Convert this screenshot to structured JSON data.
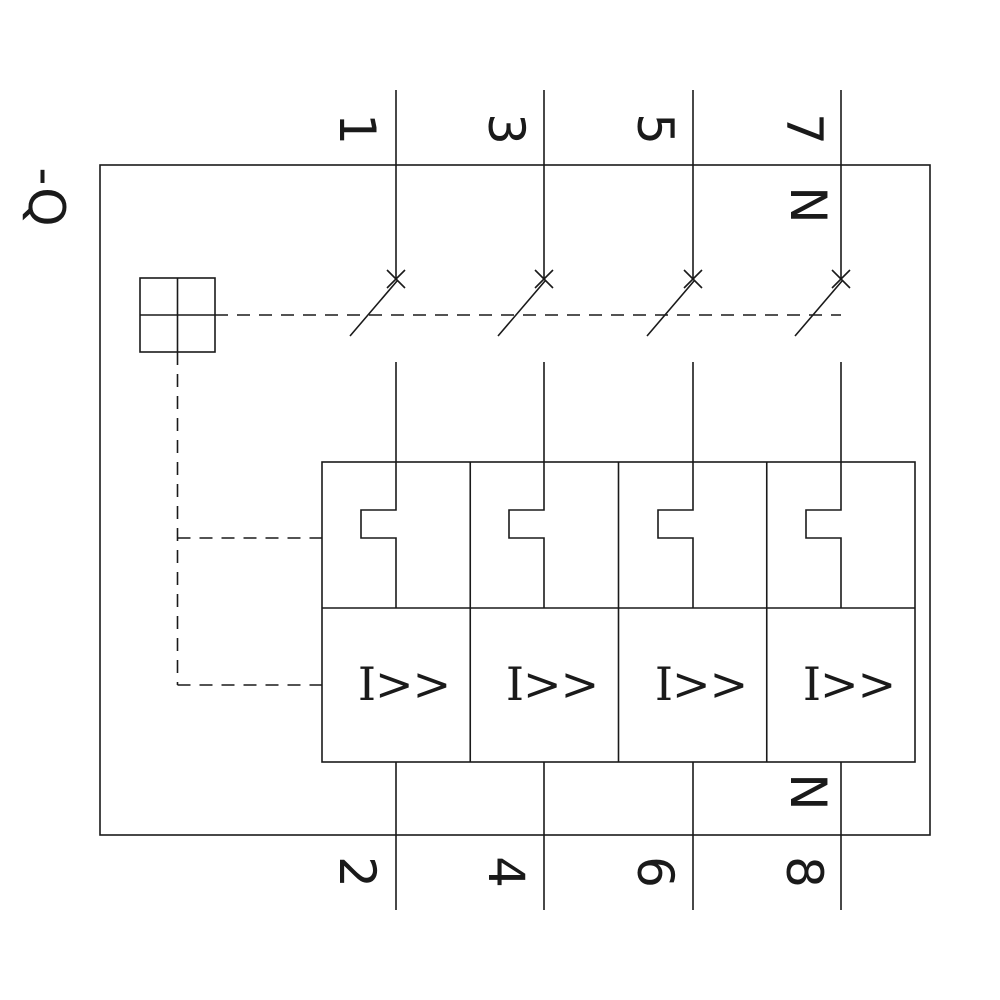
{
  "diagram": {
    "type": "circuit-breaker-schematic",
    "device_designation": "-Q",
    "colors": {
      "line": "#1a1a1a",
      "background": "#ffffff"
    },
    "poles": [
      {
        "id": 1,
        "top_terminal": "1",
        "bottom_terminal": "2",
        "release": "I>>"
      },
      {
        "id": 2,
        "top_terminal": "3",
        "bottom_terminal": "4",
        "release": "I>>"
      },
      {
        "id": 3,
        "top_terminal": "5",
        "bottom_terminal": "6",
        "release": "I>>"
      },
      {
        "id": 4,
        "top_terminal": "7",
        "bottom_terminal": "8",
        "top_neutral": "N",
        "bottom_neutral": "N",
        "release": "I>>"
      }
    ]
  }
}
